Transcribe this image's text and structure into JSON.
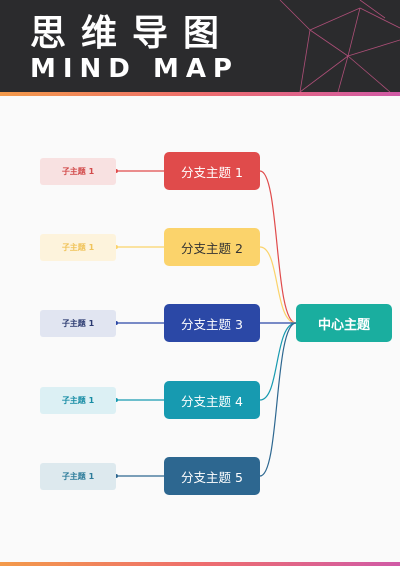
{
  "header": {
    "title": "思维导图",
    "subtitle": "MIND MAP"
  },
  "colors": {
    "header_bg": "#2b2b2d",
    "accent_gradient": [
      "#f39a4a",
      "#ee6d6d",
      "#d05aa6"
    ],
    "center": "#1aae9f"
  },
  "mindmap": {
    "center": {
      "label": "中心主题",
      "color": "#1aae9f"
    },
    "branches": [
      {
        "label": "分支主题 1",
        "color": "#e04b4b",
        "child": {
          "label": "子主题 1",
          "bg": "#f8e1e1",
          "text": "#d24a4a"
        }
      },
      {
        "label": "分支主题 2",
        "color": "#fbd36b",
        "text_color": "#333333",
        "child": {
          "label": "子主题 1",
          "bg": "#fdf3dc",
          "text": "#f0c35a"
        }
      },
      {
        "label": "分支主题 3",
        "color": "#2b48a6",
        "child": {
          "label": "子主题 1",
          "bg": "#e1e5f1",
          "text": "#2b3a70"
        }
      },
      {
        "label": "分支主题 4",
        "color": "#179ab0",
        "child": {
          "label": "子主题 1",
          "bg": "#dcf0f4",
          "text": "#168ca4"
        }
      },
      {
        "label": "分支主题 5",
        "color": "#2d6790",
        "child": {
          "label": "子主题 1",
          "bg": "#dde9ee",
          "text": "#2c7b9a"
        }
      }
    ]
  }
}
